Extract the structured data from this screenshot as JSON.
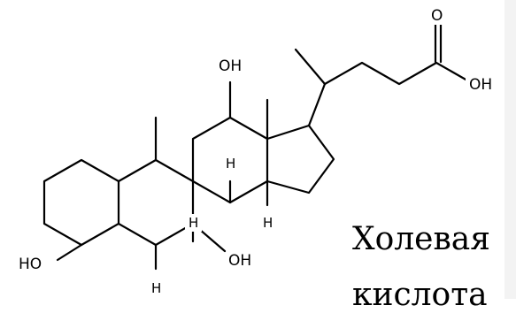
{
  "structure": {
    "atom_labels": {
      "oxo": "O",
      "acid_oh": "OH",
      "oh_c12": "OH",
      "oh_c3": "HO",
      "oh_c7": "OH",
      "h_c8": "H",
      "h_c9": "H",
      "h_c14": "H",
      "h_c5": "H"
    }
  },
  "caption": {
    "line1": "Холевая",
    "line2": "кислота"
  },
  "colors": {
    "background": "#ffffff",
    "ink": "#000000",
    "side_panel": "#f3f3f3"
  }
}
